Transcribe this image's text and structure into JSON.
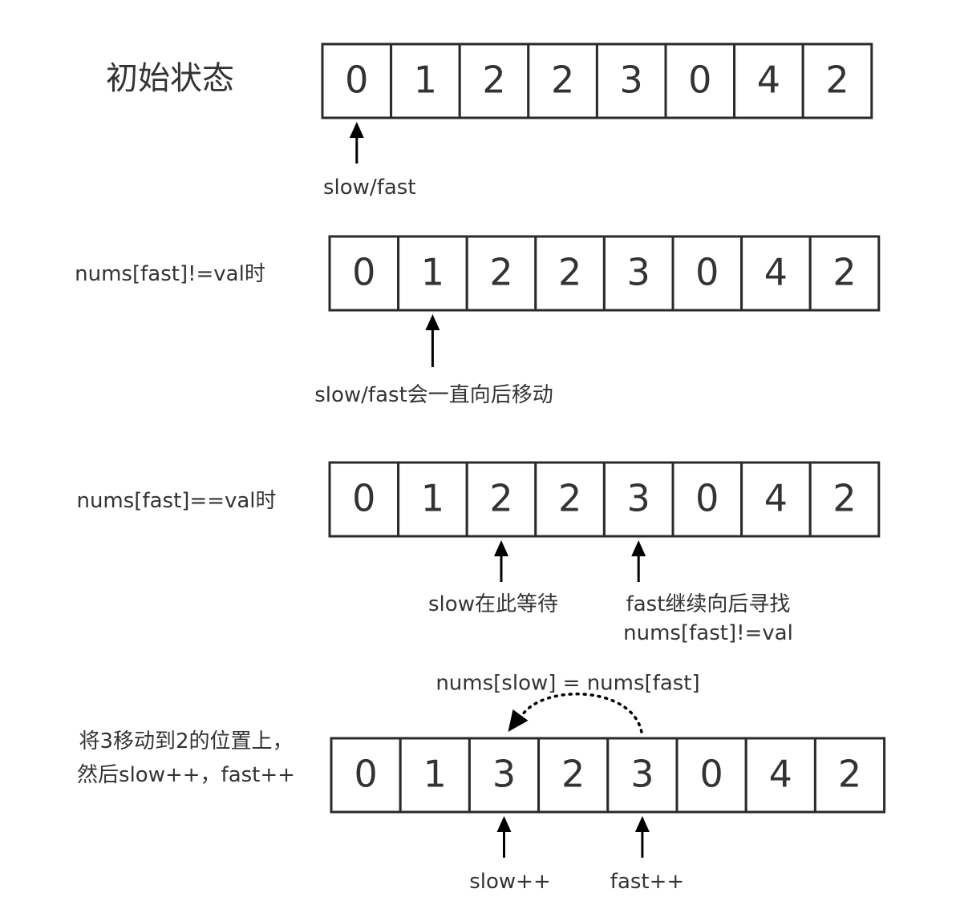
{
  "colors": {
    "text": "#333333",
    "border": "#2a2a2a",
    "highlight": "#e8262a",
    "arrow": "#000000"
  },
  "steps": [
    {
      "title": [
        "初始状态"
      ],
      "cells": [
        "0",
        "1",
        "2",
        "2",
        "3",
        "0",
        "4",
        "2"
      ],
      "highlight_index": -1,
      "pointers": [
        {
          "index": 0,
          "lines": [
            "slow/fast"
          ]
        }
      ]
    },
    {
      "title": [
        "nums[fast]!=val时"
      ],
      "cells": [
        "0",
        "1",
        "2",
        "2",
        "3",
        "0",
        "4",
        "2"
      ],
      "highlight_index": -1,
      "pointers": [
        {
          "index": 1,
          "lines": [
            "slow/fast会一直向后移动"
          ]
        }
      ]
    },
    {
      "title": [
        "nums[fast]==val时"
      ],
      "cells": [
        "0",
        "1",
        "2",
        "2",
        "3",
        "0",
        "4",
        "2"
      ],
      "highlight_index": -1,
      "pointers": [
        {
          "index": 2,
          "lines": [
            "slow在此等待"
          ]
        },
        {
          "index": 4,
          "lines": [
            "fast继续向后寻找",
            "nums[fast]!=val"
          ]
        }
      ]
    },
    {
      "title": [
        "将3移动到2的位置上，",
        "然后slow++，fast++"
      ],
      "cells": [
        "0",
        "1",
        "3",
        "2",
        "3",
        "0",
        "4",
        "2"
      ],
      "highlight_index": 2,
      "pointers": [
        {
          "index": 2,
          "lines": [
            "slow++"
          ]
        },
        {
          "index": 4,
          "lines": [
            "fast++"
          ]
        }
      ],
      "assignment_label": "nums[slow] = nums[fast]"
    }
  ]
}
